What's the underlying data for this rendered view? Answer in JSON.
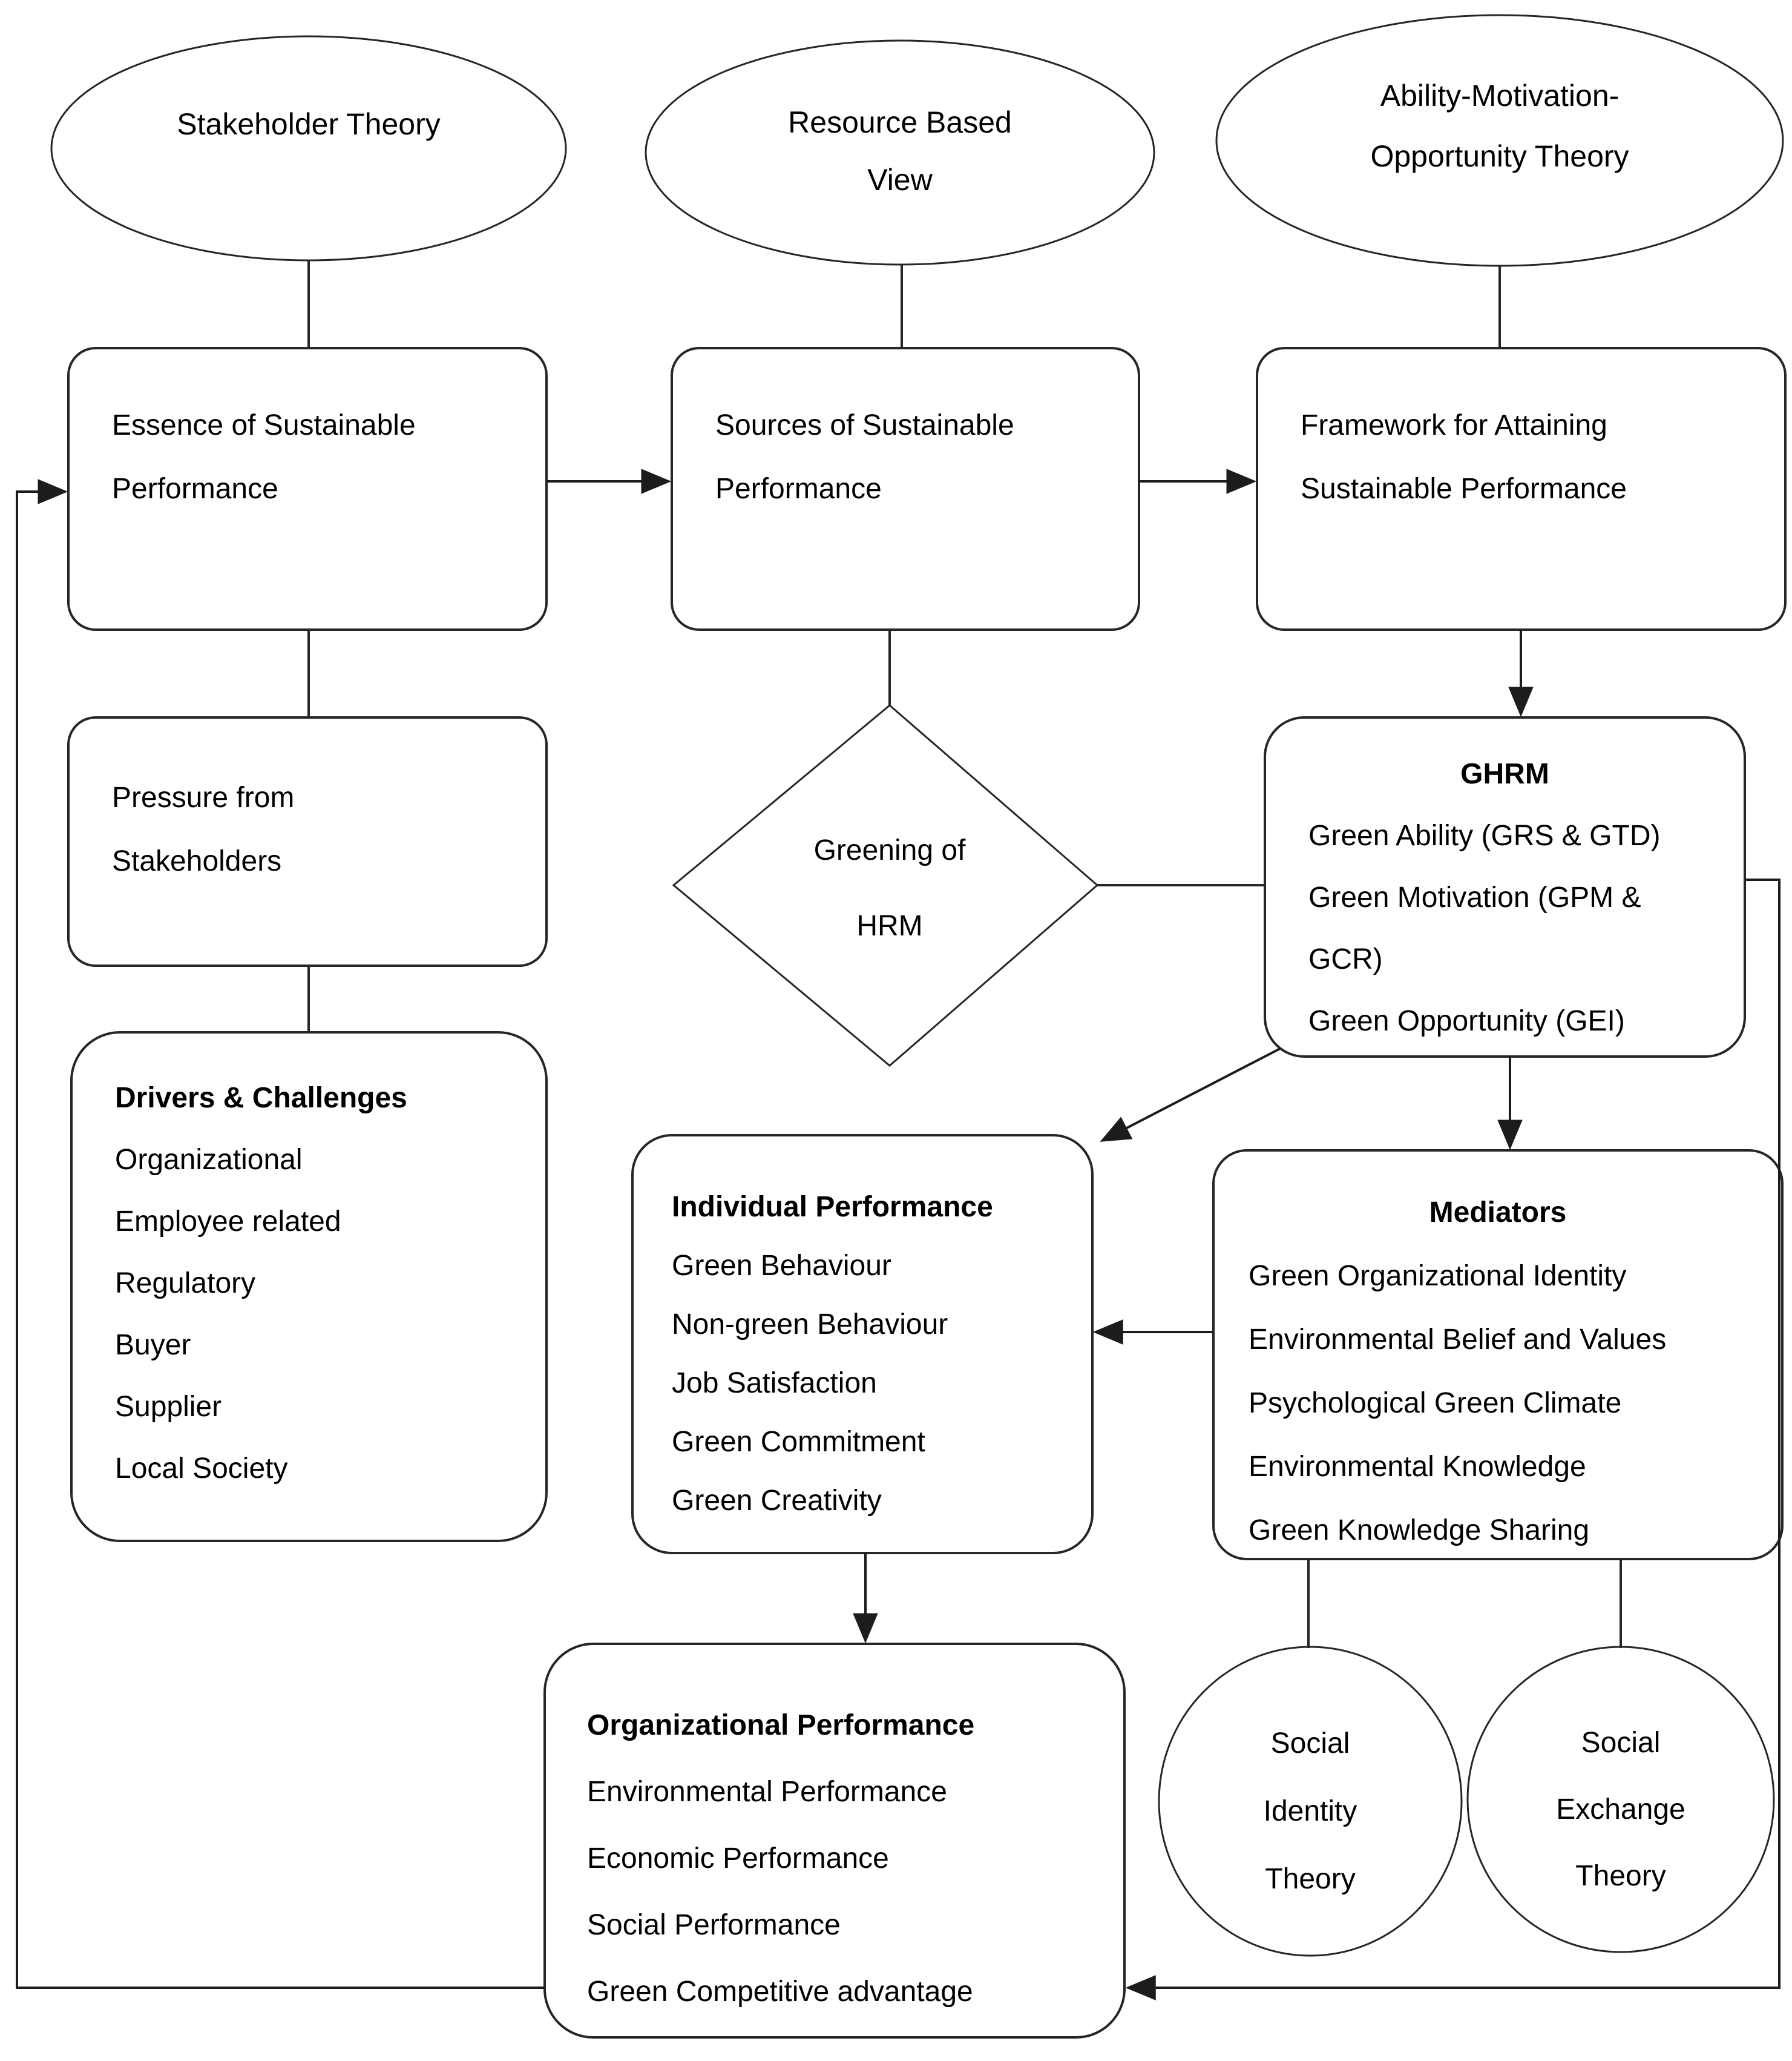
{
  "theories": {
    "stakeholder": "Stakeholder Theory",
    "rbv_line1": "Resource Based",
    "rbv_line2": "View",
    "amo_line1": "Ability-Motivation-",
    "amo_line2": "Opportunity Theory"
  },
  "boxes": {
    "essence": {
      "line1": "Essence of Sustainable",
      "line2": "Performance"
    },
    "sources": {
      "line1": "Sources of Sustainable",
      "line2": "Performance"
    },
    "framework": {
      "line1": "Framework for Attaining",
      "line2": "Sustainable Performance"
    },
    "pressure": {
      "line1": "Pressure from",
      "line2": "Stakeholders"
    },
    "drivers": {
      "title": "Drivers & Challenges",
      "items": [
        "Organizational",
        "Employee related",
        "Regulatory",
        "Buyer",
        "Supplier",
        "Local Society"
      ]
    },
    "ghrm": {
      "title": "GHRM",
      "items": [
        "Green Ability (GRS & GTD)",
        "Green Motivation (GPM &",
        "GCR)",
        "Green Opportunity (GEI)"
      ]
    },
    "individual": {
      "title": "Individual Performance",
      "items": [
        "Green Behaviour",
        "Non-green Behaviour",
        "Job Satisfaction",
        "Green Commitment",
        "Green Creativity"
      ]
    },
    "mediators": {
      "title": "Mediators",
      "items": [
        "Green Organizational Identity",
        "Environmental Belief and Values",
        "Psychological Green Climate",
        "Environmental Knowledge",
        "Green Knowledge Sharing"
      ]
    },
    "organizational": {
      "title": "Organizational Performance",
      "items": [
        "Environmental Performance",
        "Economic Performance",
        "Social Performance",
        "Green Competitive advantage"
      ]
    }
  },
  "diamond": {
    "line1": "Greening of",
    "line2": "HRM"
  },
  "circles": {
    "identity": {
      "line1": "Social",
      "line2": "Identity",
      "line3": "Theory"
    },
    "exchange": {
      "line1": "Social",
      "line2": "Exchange",
      "line3": "Theory"
    }
  },
  "colors": {
    "stroke": "#262626",
    "text": "#000000",
    "background": "#ffffff"
  }
}
